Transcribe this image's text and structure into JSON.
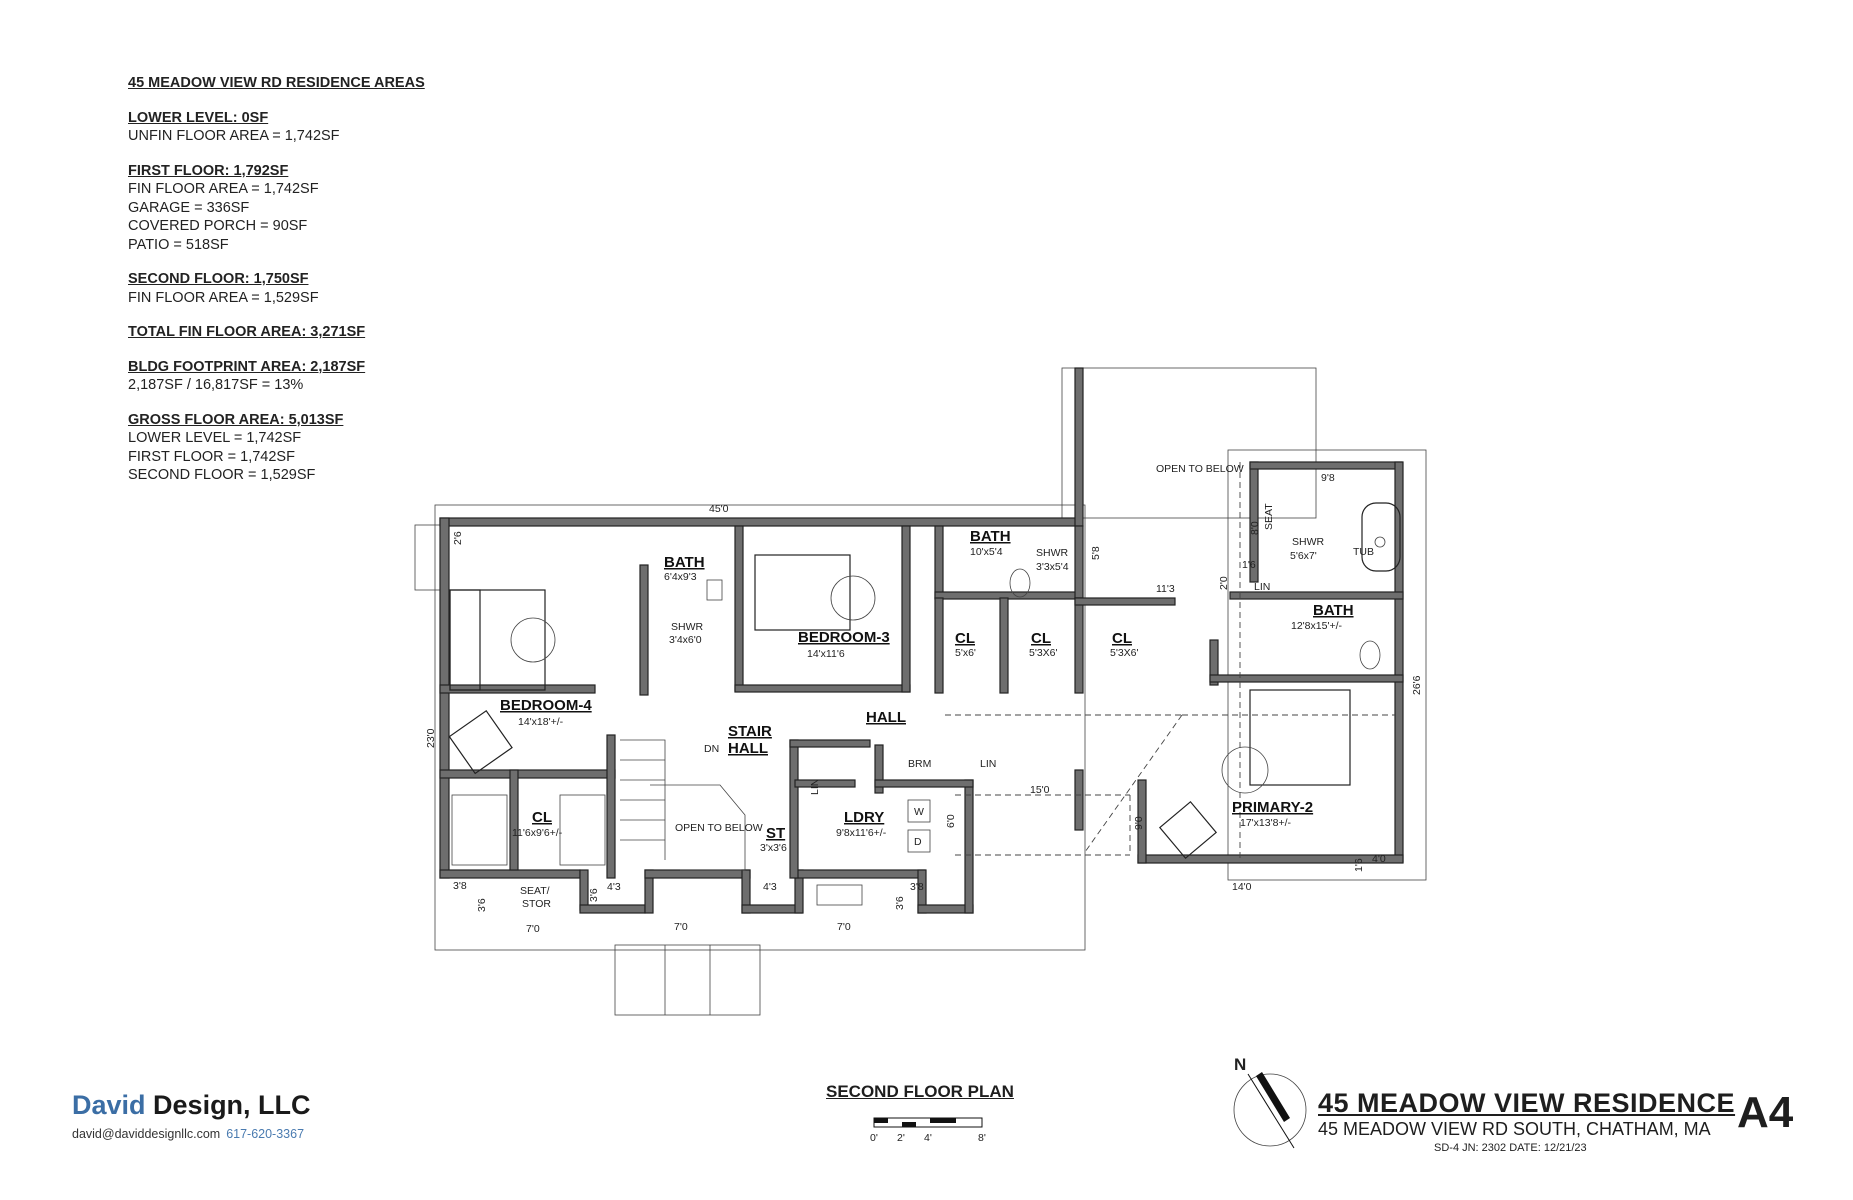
{
  "areas": {
    "title": "45 MEADOW VIEW RD RESIDENCE AREAS",
    "lower_level": {
      "heading": "LOWER LEVEL: 0SF",
      "lines": [
        "UNFIN FLOOR AREA = 1,742SF"
      ]
    },
    "first_floor": {
      "heading": "FIRST FLOOR: 1,792SF",
      "lines": [
        "FIN FLOOR AREA = 1,742SF",
        "GARAGE = 336SF",
        "COVERED PORCH = 90SF",
        "PATIO = 518SF"
      ]
    },
    "second_floor": {
      "heading": "SECOND FLOOR: 1,750SF",
      "lines": [
        "FIN FLOOR AREA = 1,529SF"
      ]
    },
    "total": {
      "heading": "TOTAL FIN FLOOR AREA: 3,271SF"
    },
    "footprint": {
      "heading": "BLDG FOOTPRINT AREA: 2,187SF",
      "lines": [
        "2,187SF / 16,817SF = 13%"
      ]
    },
    "gross": {
      "heading": "GROSS FLOOR AREA: 5,013SF",
      "lines": [
        "LOWER LEVEL = 1,742SF",
        "FIRST FLOOR = 1,742SF",
        "SECOND FLOOR = 1,529SF"
      ]
    }
  },
  "rooms": {
    "bath_left": {
      "name": "BATH",
      "size": "6'4x9'3"
    },
    "shwr_left": {
      "name": "SHWR",
      "size": "3'4x6'0"
    },
    "bedroom3": {
      "name": "BEDROOM-3",
      "size": "14'x11'6"
    },
    "bath_mid": {
      "name": "BATH",
      "size": "10'x5'4"
    },
    "shwr_mid": {
      "name": "SHWR",
      "size": "3'3x5'4"
    },
    "cl1": {
      "name": "CL",
      "size": "5'x6'"
    },
    "cl2": {
      "name": "CL",
      "size": "5'3X6'"
    },
    "cl3": {
      "name": "CL",
      "size": "5'3X6'"
    },
    "open_below_top": "OPEN TO BELOW",
    "shwr_right": {
      "name": "SHWR",
      "size": "5'6x7'"
    },
    "tub": "TUB",
    "seat": "SEAT",
    "lin_right": "LIN",
    "bath_right": {
      "name": "BATH",
      "size": "12'8x15'+/-"
    },
    "bedroom4": {
      "name": "BEDROOM-4",
      "size": "14'x18'+/-"
    },
    "stair_hall": {
      "line1": "STAIR",
      "line2": "HALL"
    },
    "dn": "DN",
    "hall": "HALL",
    "brm": "BRM",
    "lin_hall": "LIN",
    "lin_ldry": "LIN",
    "cl_big": {
      "name": "CL",
      "size": "11'6x9'6+/-"
    },
    "open_below_stair": "OPEN TO BELOW",
    "st": {
      "name": "ST",
      "size": "3'x3'6"
    },
    "ldry": {
      "name": "LDRY",
      "size": "9'8x11'6+/-"
    },
    "washer": "W",
    "dryer": "D",
    "primary2": {
      "name": "PRIMARY-2",
      "size": "17'x13'8+/-"
    },
    "seat_stor": {
      "line1": "SEAT/",
      "line2": "STOR"
    }
  },
  "dims": {
    "d45": "45'0",
    "d2_6": "2'6",
    "d23": "23'0",
    "d9_8": "9'8",
    "d8_0": "8'0",
    "d5_8": "5'8",
    "d11_3": "11'3",
    "d2_0": "2'0",
    "d1_6": "1'6",
    "d26_6": "26'6",
    "d15": "15'0",
    "d6_0": "6'0",
    "d9_0": "9'0",
    "d14": "14'0",
    "d4_0": "4'0",
    "d1_6b": "1'6",
    "d3_8a": "3'8",
    "d3_6a": "3'6",
    "d7_0a": "7'0",
    "d3_6b": "3'6",
    "d4_3a": "4'3",
    "d7_0b": "7'0",
    "d4_3b": "4'3",
    "d3_8b": "3'8",
    "d3_6c": "3'6",
    "d7_0c": "7'0"
  },
  "plan_title": "SECOND FLOOR PLAN",
  "scale": {
    "l0": "0'",
    "l2": "2'",
    "l4": "4'",
    "l8": "8'"
  },
  "north": "N",
  "brand": {
    "first": "David",
    "rest": " Design, LLC",
    "email": "david@daviddesignllc.com",
    "phone": "617-620-3367"
  },
  "title_block": {
    "project": "45 MEADOW VIEW RESIDENCE",
    "address": "45 MEADOW VIEW RD SOUTH, CHATHAM, MA",
    "meta": "SD-4 JN: 2302  DATE: 12/21/23",
    "sheet": "A4"
  }
}
